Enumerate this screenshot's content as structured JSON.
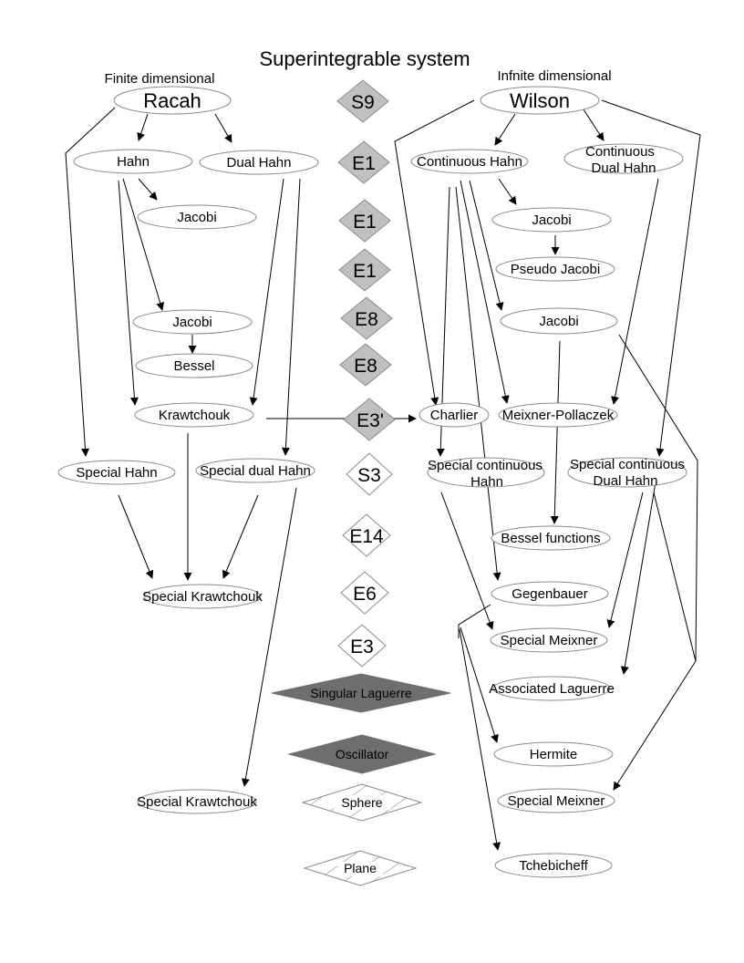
{
  "title": "Superintegrable system",
  "labels": {
    "finite": "Finite dimensional",
    "infinite": "Infnite dimensional"
  },
  "left_nodes": {
    "racah": "Racah",
    "hahn": "Hahn",
    "dual_hahn": "Dual Hahn",
    "jacobi_1": "Jacobi",
    "jacobi_2": "Jacobi",
    "bessel": "Bessel",
    "krawtchouk": "Krawtchouk",
    "special_hahn": "Special Hahn",
    "special_dual_hahn": "Special dual Hahn",
    "special_krawtchouk_1": "Special Krawtchouk",
    "special_krawtchouk_2": "Special Krawtchouk"
  },
  "right_nodes": {
    "wilson": "Wilson",
    "continuous_hahn": "Continuous Hahn",
    "continuous_dual_hahn_l1": "Continuous",
    "continuous_dual_hahn_l2": "Dual Hahn",
    "jacobi_1": "Jacobi",
    "pseudo_jacobi": "Pseudo Jacobi",
    "jacobi_2": "Jacobi",
    "charlier": "Charlier",
    "meixner_pollaczek": "Meixner-Pollaczek",
    "special_continuous_hahn_l1": "Special continuous",
    "special_continuous_hahn_l2": "Hahn",
    "special_continuous_dual_hahn_l1": "Special continuous",
    "special_continuous_dual_hahn_l2": "Dual Hahn",
    "bessel_functions": "Bessel functions",
    "gegenbauer": "Gegenbauer",
    "special_meixner_1": "Special Meixner",
    "associated_laguerre": "Associated Laguerre",
    "hermite": "Hermite",
    "special_meixner_2": "Special Meixner",
    "tchebicheff": "Tchebicheff"
  },
  "systems": [
    {
      "label": "S9",
      "style": "gray"
    },
    {
      "label": "E1",
      "style": "gray"
    },
    {
      "label": "E1",
      "style": "gray"
    },
    {
      "label": "E1",
      "style": "gray"
    },
    {
      "label": "E8",
      "style": "gray"
    },
    {
      "label": "E8",
      "style": "gray"
    },
    {
      "label": "E3'",
      "style": "gray"
    },
    {
      "label": "S3",
      "style": "white"
    },
    {
      "label": "E14",
      "style": "white"
    },
    {
      "label": "E6",
      "style": "white"
    },
    {
      "label": "E3",
      "style": "white"
    },
    {
      "label": "Singular Laguerre",
      "style": "dark"
    },
    {
      "label": "Oscillator",
      "style": "dark"
    },
    {
      "label": "Sphere",
      "style": "hatched"
    },
    {
      "label": "Plane",
      "style": "hatched"
    }
  ],
  "colors": {
    "gray_fill": "#c0c0c0",
    "dark_fill": "#6e6e6e",
    "ellipse_stroke": "#8a8a8a",
    "line": "#000000"
  }
}
